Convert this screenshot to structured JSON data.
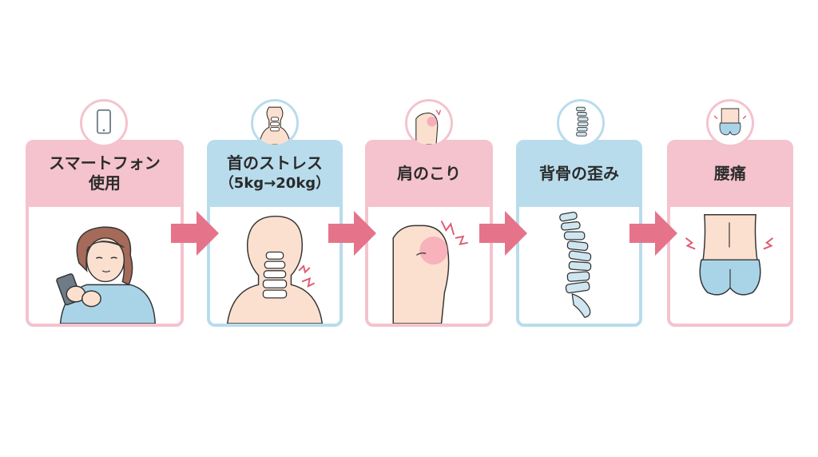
{
  "steps": [
    {
      "title_line1": "スマートフォン",
      "title_line2": "使用",
      "color": "#f4c3cd",
      "icon": "smartphone-icon"
    },
    {
      "title_line1": "首のストレス",
      "title_line2": "（5kg→20kg）",
      "color": "#b8dcec",
      "icon": "neck-icon"
    },
    {
      "title_line1": "肩のこり",
      "title_line2": "",
      "color": "#f4c3cd",
      "icon": "shoulder-icon"
    },
    {
      "title_line1": "背骨の歪み",
      "title_line2": "",
      "color": "#b8dcec",
      "icon": "spine-icon"
    },
    {
      "title_line1": "腰痛",
      "title_line2": "",
      "color": "#f4c3cd",
      "icon": "lower-back-icon"
    }
  ],
  "arrow_color": "#e5748b"
}
